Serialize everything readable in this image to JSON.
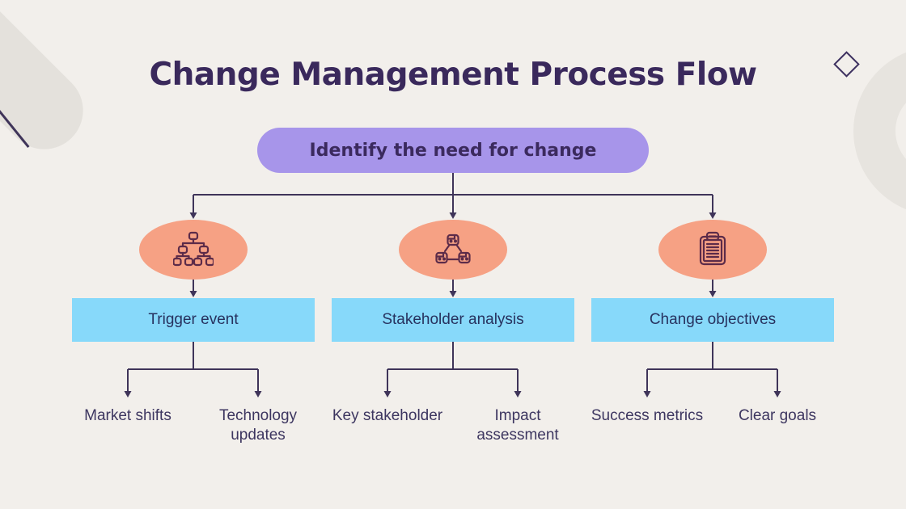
{
  "title": "Change Management Process Flow",
  "root": {
    "label": "Identify the need for change"
  },
  "branches": [
    {
      "icon": "org-chart-icon",
      "box_label": "Trigger event",
      "leaves": [
        "Market shifts",
        "Technology updates"
      ]
    },
    {
      "icon": "stakeholders-icon",
      "box_label": "Stakeholder analysis",
      "leaves": [
        "Key stakeholder",
        "Impact assessment"
      ]
    },
    {
      "icon": "clipboard-icon",
      "box_label": "Change objectives",
      "leaves": [
        "Success metrics",
        "Clear goals"
      ]
    }
  ],
  "colors": {
    "background": "#f2efeb",
    "root_pill": "#a795ea",
    "ellipse": "#f6a184",
    "stage_box": "#87d9fa",
    "connector_line": "#3f3459",
    "title_text": "#3a295c",
    "icon_stroke": "#5c2b49"
  }
}
